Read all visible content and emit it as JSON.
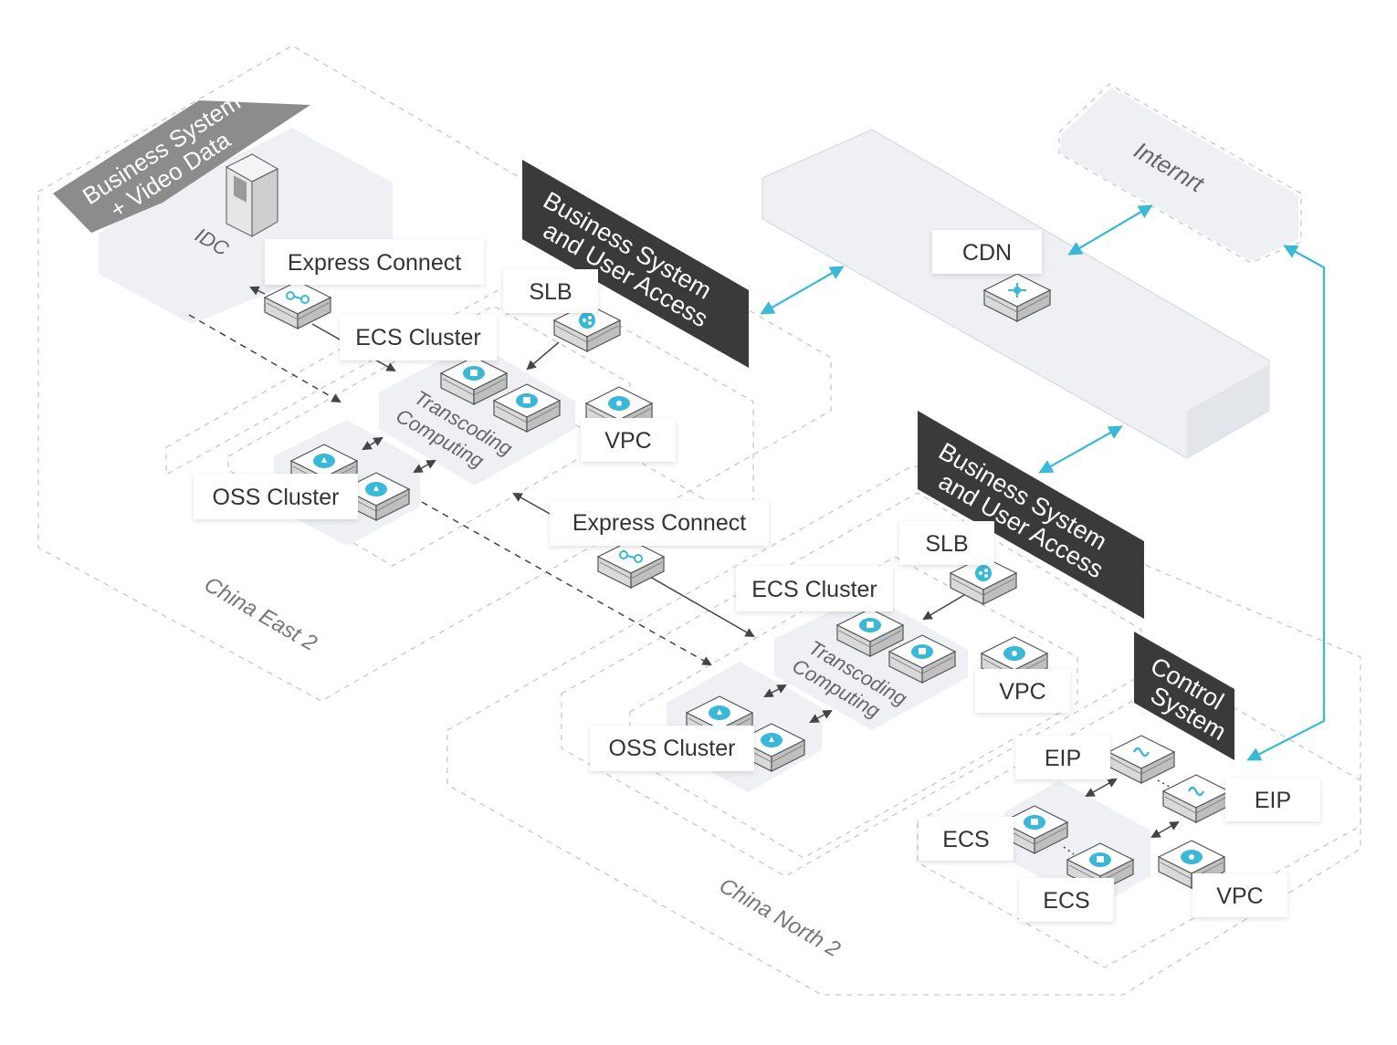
{
  "idc": {
    "banner": [
      "Business System",
      "+ Video Data"
    ],
    "label": "IDC"
  },
  "internet": {
    "label": "Internrt"
  },
  "cdn": {
    "label": "CDN"
  },
  "regions": {
    "east": "China East 2",
    "north": "China North 2"
  },
  "east": {
    "access_banner": [
      "Business System",
      "and User Access"
    ],
    "express_connect": "Express Connect",
    "slb": "SLB",
    "ecs_cluster": "ECS Cluster",
    "transcoding": [
      "Transcoding",
      "Computing"
    ],
    "vpc": "VPC",
    "oss_cluster": "OSS Cluster"
  },
  "middle": {
    "express_connect": "Express Connect"
  },
  "north": {
    "access_banner": [
      "Business System",
      "and User Access"
    ],
    "slb": "SLB",
    "ecs_cluster": "ECS Cluster",
    "transcoding": [
      "Transcoding",
      "Computing"
    ],
    "vpc": "VPC",
    "oss_cluster": "OSS Cluster"
  },
  "control": {
    "banner": [
      "Control",
      "System"
    ],
    "eip_1": "EIP",
    "eip_2": "EIP",
    "ecs_1": "ECS",
    "ecs_2": "ECS",
    "vpc": "VPC"
  },
  "colors": {
    "accent": "#3ab8d8",
    "banner_dark": "#3a3a3a",
    "banner_gray": "#8c8c8c",
    "panel": "#eef0f3"
  },
  "icons": {
    "express_connect": "express-connect-icon",
    "slb": "slb-icon",
    "ecs": "ecs-icon",
    "vpc": "vpc-icon",
    "oss": "oss-icon",
    "cdn": "cdn-icon",
    "eip": "eip-icon",
    "idc": "server-rack-icon"
  }
}
